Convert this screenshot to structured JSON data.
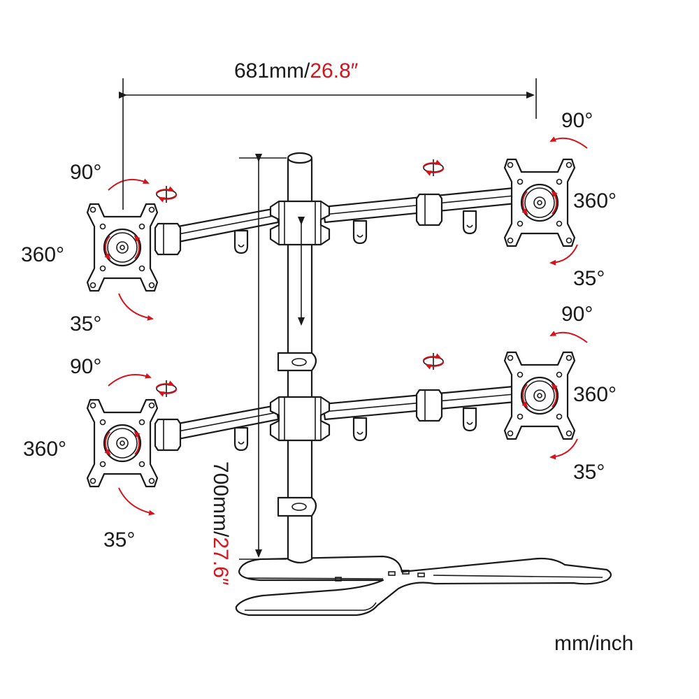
{
  "width_dimension": {
    "mm": "681mm/",
    "inch": "26.8″"
  },
  "height_dimension": {
    "mm": "700mm/",
    "inch": "27.6″"
  },
  "units_note": "mm/inch",
  "angles": {
    "tl": {
      "tilt_up": "90°",
      "rotate": "360°",
      "tilt_down": "35°"
    },
    "tr": {
      "tilt_up": "90°",
      "rotate": "360°",
      "tilt_down": "35°"
    },
    "bl": {
      "tilt_up": "90°",
      "rotate": "360°",
      "tilt_down": "35°"
    },
    "br": {
      "tilt_up": "90°",
      "rotate": "360°",
      "tilt_down": "35°"
    }
  },
  "colors": {
    "line": "#1a1a1a",
    "accent": "#d4141c",
    "background": "#ffffff"
  },
  "icons": [
    "swivel-arrow-icon",
    "rotation-arrow-icon",
    "vertical-adjust-arrow-icon"
  ]
}
